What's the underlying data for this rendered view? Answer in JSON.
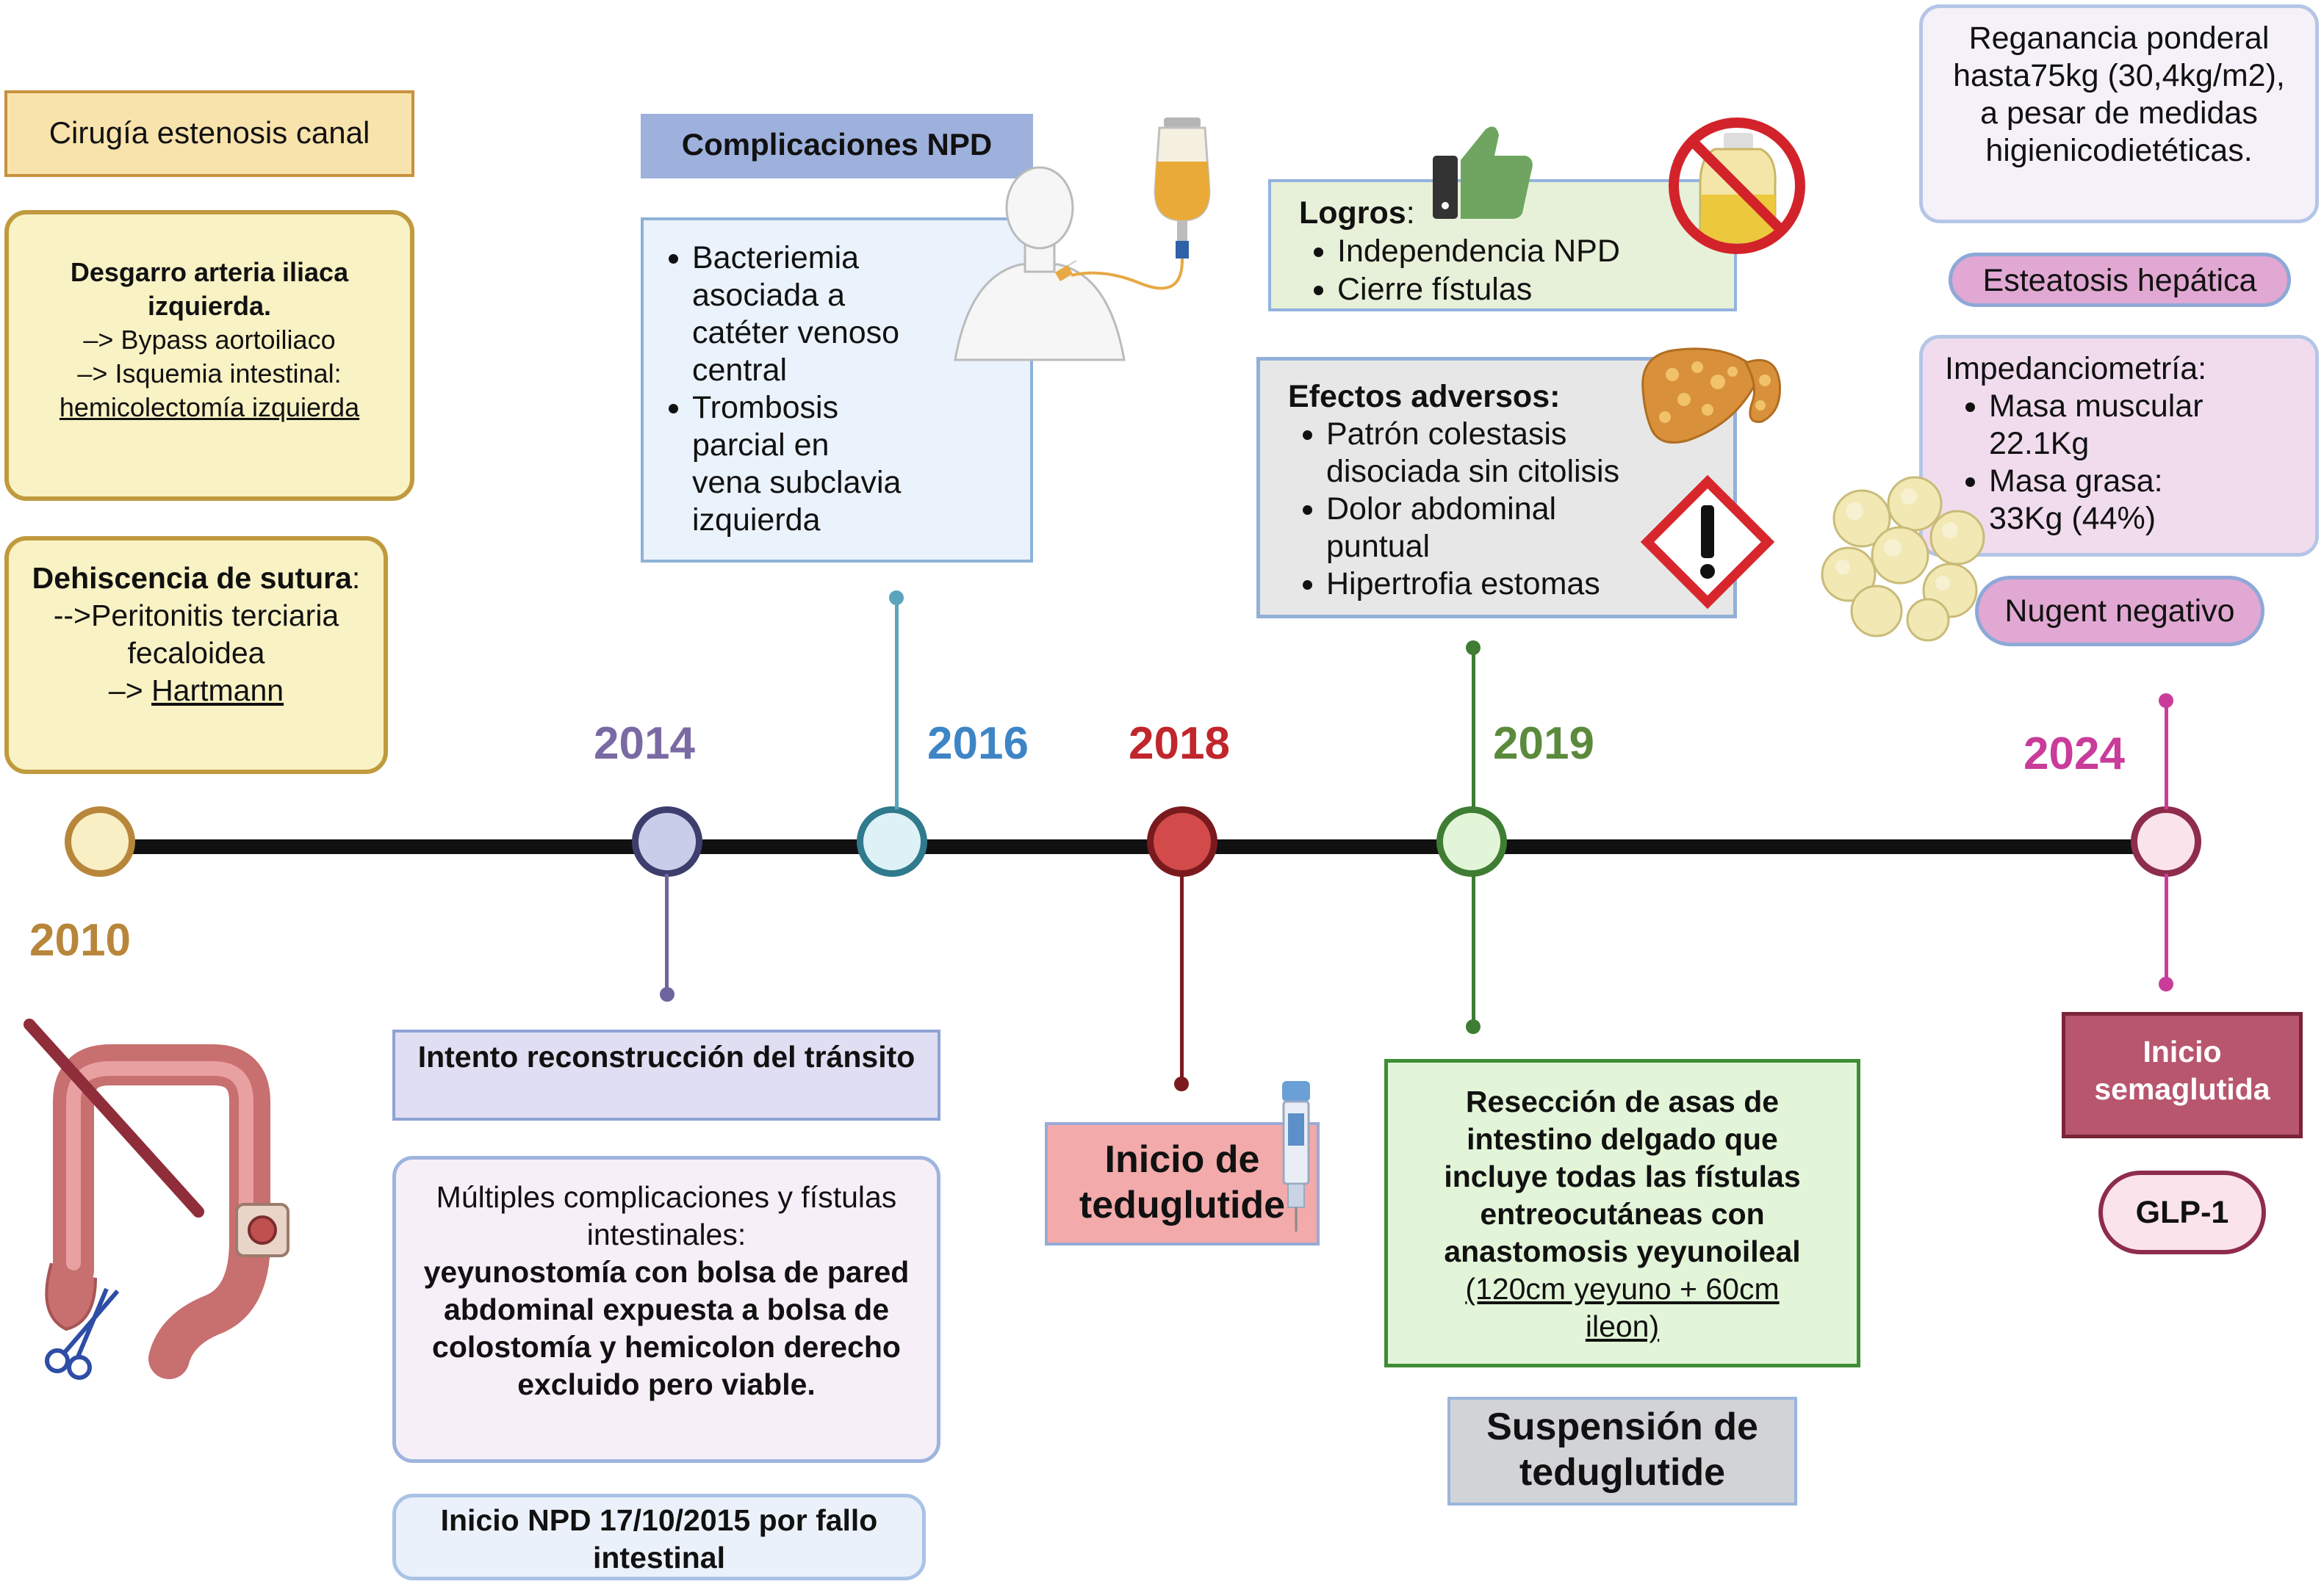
{
  "year_2010": {
    "label": "2010",
    "surgery": "Cirugía estenosis canal",
    "tear": {
      "title": "Desgarro arteria iliaca izquierda.",
      "line1": "–> Bypass aortoiliaco",
      "line2": "–> Isquemia intestinal:",
      "line3": "hemicolectomía izquierda"
    },
    "dehiscence": {
      "title": "Dehiscencia de sutura",
      "colon": ":",
      "line1": "-->Peritonitis terciaria fecaloidea",
      "line2_prefix": "–> ",
      "line2_link": "Hartmann"
    }
  },
  "year_2014": {
    "label": "2014",
    "reconstruction": "Intento reconstrucción del tránsito",
    "complications": {
      "lead": "Múltiples complicaciones y fístulas intestinales:",
      "bold": "yeyunostomía con bolsa de pared abdominal expuesta a bolsa de colostomía y hemicolon derecho excluido pero viable."
    },
    "npd_start": "Inicio NPD 17/10/2015 por fallo intestinal"
  },
  "year_2016": {
    "label": "2016",
    "header": "Complicaciones NPD",
    "items": [
      "Bacteriemia asociada a catéter venoso central",
      "Trombosis parcial en vena subclavia izquierda"
    ]
  },
  "year_2018": {
    "label": "2018",
    "start": "Inicio de teduglutide"
  },
  "year_2019": {
    "label": "2019",
    "achievements": {
      "title": "Logros",
      "colon": ":",
      "items": [
        "Independencia NPD",
        "Cierre fístulas"
      ]
    },
    "adverse": {
      "title": "Efectos adversos:",
      "items": [
        "Patrón colestasis disociada sin citolisis",
        "Dolor abdominal puntual",
        "Hipertrofia estomas"
      ]
    },
    "resection": {
      "bold": "Resección de asas de intestino delgado que incluye todas las fístulas entreocutáneas con anastomosis yeyunoileal",
      "underline": "(120cm yeyuno + 60cm ileon)"
    },
    "suspension": "Suspensión de teduglutide"
  },
  "year_2024": {
    "label": "2024",
    "weight": "Reganancia ponderal hasta75kg (30,4kg/m2), a pesar de medidas higienicodietéticas.",
    "steatosis": "Esteatosis hepática",
    "impedance": {
      "title": "Impedanciometría:",
      "items": [
        "Masa muscular 22.1Kg",
        "Masa grasa: 33Kg (44%)"
      ]
    },
    "nugent": "Nugent negativo",
    "semaglutide": "Inicio semaglutida",
    "glp1": "GLP-1"
  },
  "colors": {
    "y2010": "#b8863a",
    "y2014": "#7a6aa3",
    "y2016": "#3e85c6",
    "y2018": "#c0262c",
    "y2019": "#3e7d33",
    "y2024": "#c93c9a",
    "timeline": "#111111"
  },
  "icons": [
    "colon-icon",
    "scissors-icon",
    "patient-icon",
    "iv-bag-icon",
    "thumbs-up-icon",
    "no-bottle-icon",
    "liver-icon",
    "warning-icon",
    "injection-pen-icon",
    "fat-cells-icon"
  ]
}
